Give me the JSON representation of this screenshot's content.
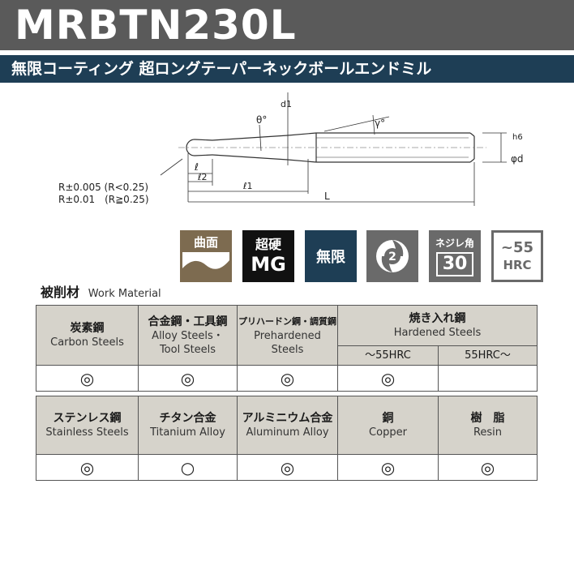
{
  "header": {
    "title": "MRBTN230L",
    "subtitle": "無限コーティング 超ロングテーパーネックボールエンドミル"
  },
  "diagram": {
    "labels": {
      "theta": "θ°",
      "gamma": "γ°",
      "d1": "d1",
      "phi_d": "φd",
      "h6": "h6",
      "l": "ℓ",
      "l2": "ℓ2",
      "l1": "ℓ1",
      "L": "L"
    },
    "tolerance_1": "R±0.005 (R<0.25)",
    "tolerance_2": "R±0.01　(R≧0.25)"
  },
  "badges": {
    "curve": "曲面",
    "mg_top": "超硬",
    "mg_bottom": "MG",
    "unlimited": "無限",
    "flutes": "2",
    "helix_label": "ネジレ角",
    "helix_value": "30",
    "hrc_top": "~55",
    "hrc_bottom": "HRC"
  },
  "work_material": {
    "label_jp": "被削材",
    "label_en": "Work Material"
  },
  "table1": {
    "headers": [
      {
        "jp": "炭素鋼",
        "en": "Carbon Steels"
      },
      {
        "jp": "合金鋼・工具鋼",
        "en": "Alloy Steels・",
        "en2": "Tool Steels"
      },
      {
        "jp": "プリハードン鋼・調質鋼",
        "en": "Prehardened",
        "en2": "Steels"
      },
      {
        "jp": "焼き入れ鋼",
        "en": "Hardened Steels"
      }
    ],
    "hardened_sub": [
      "～55HRC",
      "55HRC～"
    ],
    "marks": [
      "◎",
      "◎",
      "◎",
      "◎",
      ""
    ]
  },
  "table2": {
    "headers": [
      {
        "jp": "ステンレス鋼",
        "en": "Stainless Steels"
      },
      {
        "jp": "チタン合金",
        "en": "Titanium Alloy"
      },
      {
        "jp": "アルミニウム合金",
        "en": "Aluminum Alloy"
      },
      {
        "jp": "銅",
        "en": "Copper"
      },
      {
        "jp": "樹　脂",
        "en": "Resin"
      }
    ],
    "marks": [
      "◎",
      "○",
      "◎",
      "◎",
      "◎"
    ]
  }
}
